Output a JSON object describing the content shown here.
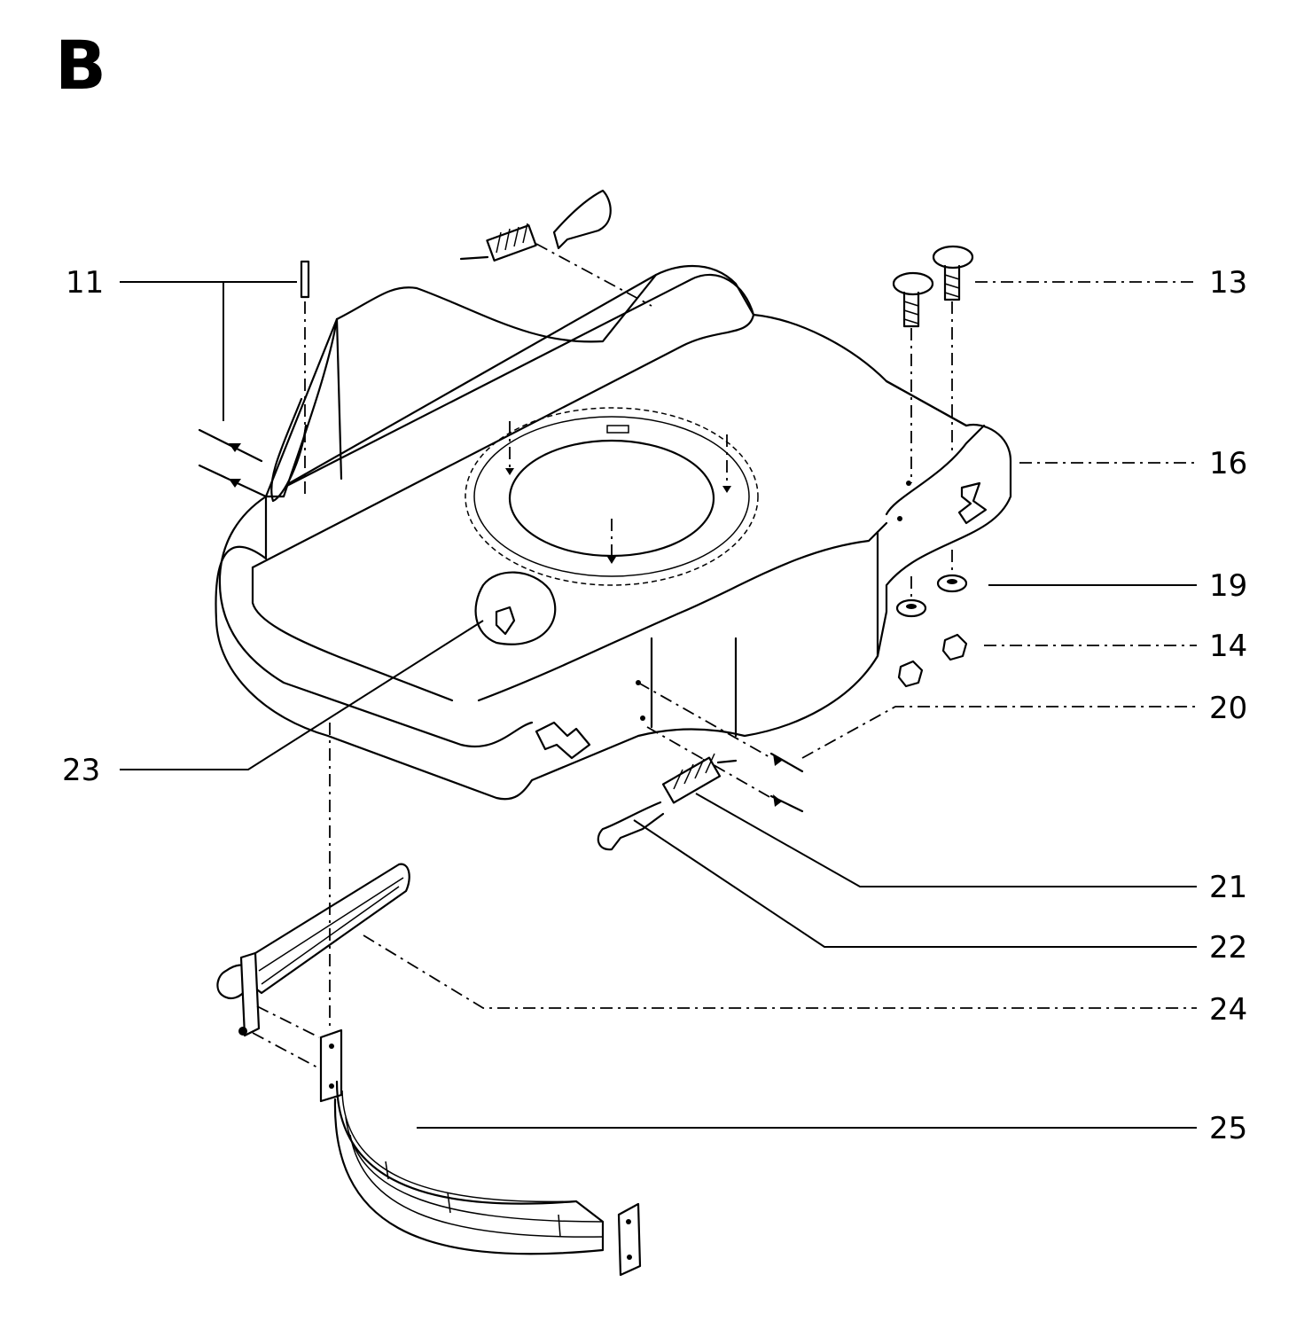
{
  "section": {
    "letter": "B"
  },
  "callouts": {
    "c11": "11",
    "c13": "13",
    "c14": "14",
    "c16": "16",
    "c19": "19",
    "c20": "20",
    "c21": "21",
    "c22": "22",
    "c23": "23",
    "c24": "24",
    "c25": "25"
  },
  "colors": {
    "line": "#000000",
    "background": "#ffffff"
  }
}
